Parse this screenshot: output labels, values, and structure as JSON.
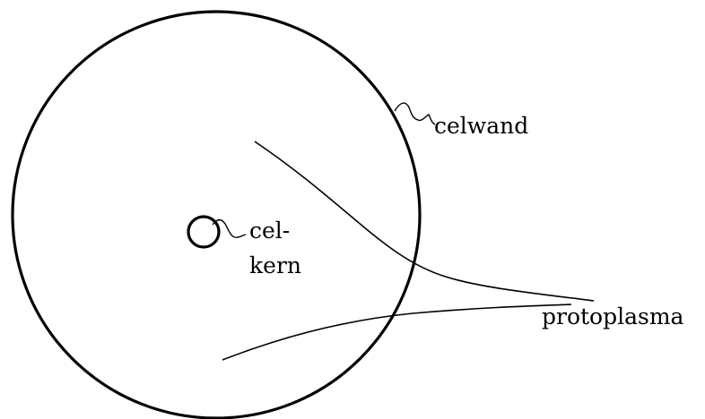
{
  "labels": {
    "celwand": "celwand",
    "celkern_line1": "cel-",
    "celkern_line2": "kern",
    "protoplasma": "protoplasma"
  },
  "colors": {
    "ink": "#000000",
    "background": "#ffffff"
  }
}
